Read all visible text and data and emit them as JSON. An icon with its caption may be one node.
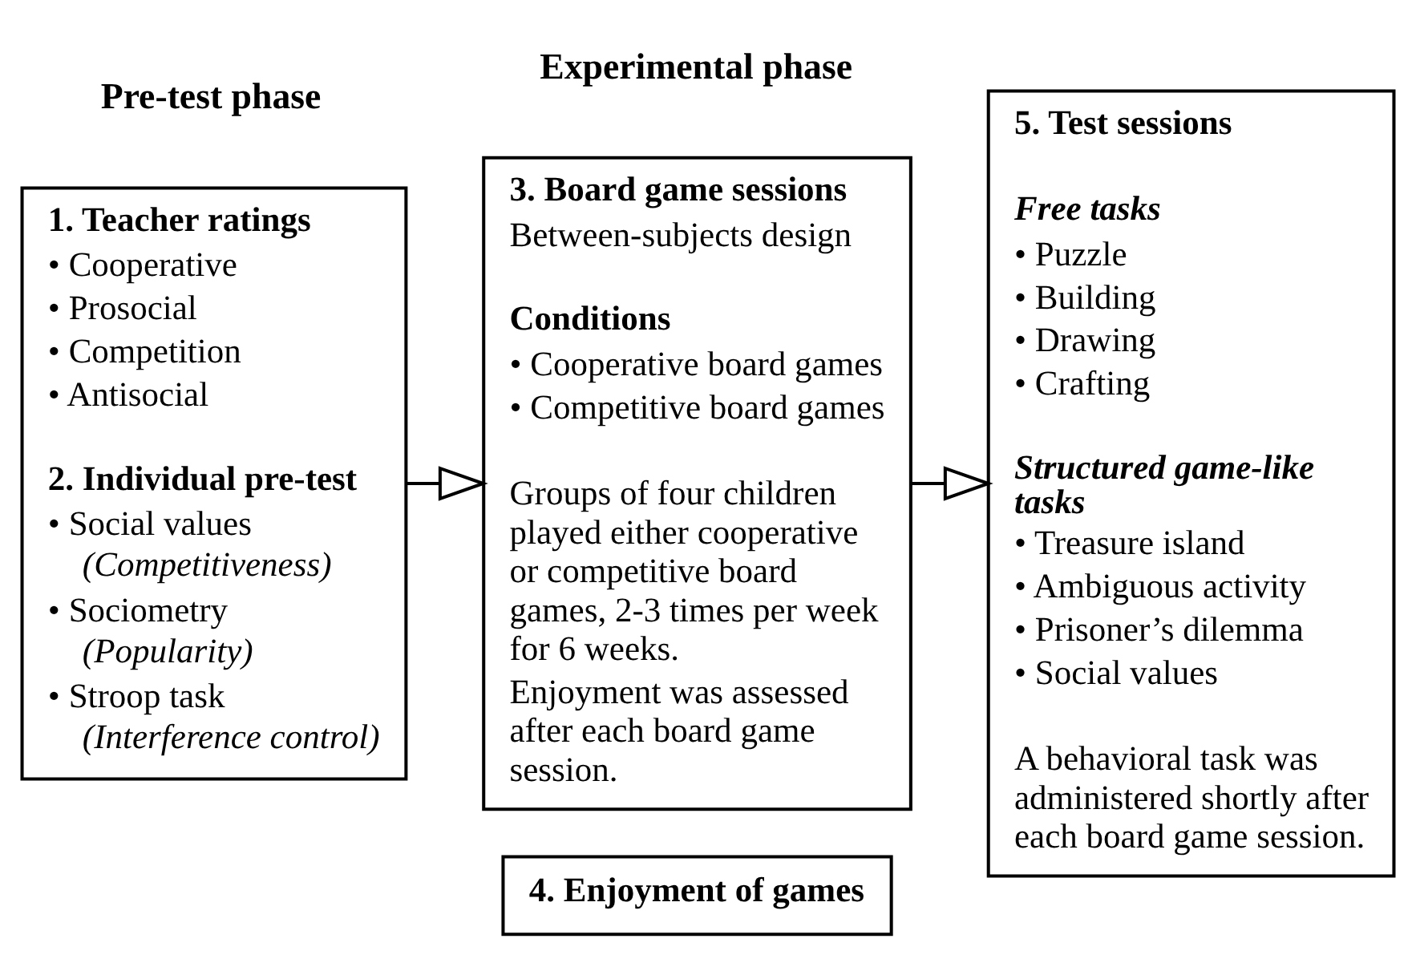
{
  "diagram": {
    "nodes": [
      {
        "text": [
          "1. Teacher ratings",
          "• Cooperative",
          "• Prosocial",
          "• Competition",
          "• Antisocial",
          "2. Individual pre-test",
          "• Social values",
          "(Competitiveness)",
          "• Sociometry",
          "(Popularity)",
          "• Stroop task",
          "(Interference control)"
        ]
      },
      {
        "text": [
          "3. Board game sessions",
          "Between-subjects design",
          "Conditions",
          "• Cooperative board games",
          "• Competitive board games",
          "Groups of four children played either cooperative or competitive board games, 2-3 times per week for 6 weeks.",
          "Enjoyment was assessed after each board game session."
        ]
      },
      {
        "text": [
          "4. Enjoyment of games"
        ]
      },
      {
        "text": [
          "5. Test sessions",
          "Free tasks",
          "• Puzzle",
          "• Building",
          "• Drawing",
          "• Crafting",
          "Structured game-like tasks",
          "• Treasure island",
          "• Ambiguous activity",
          "• Prisoner’s dilemma",
          "• Social values",
          "A behavioral task was administered shortly after each board game session."
        ]
      }
    ],
    "edges": [
      {
        "from": 0,
        "to": 1,
        "arrow": "to"
      },
      {
        "from": 1,
        "to": 3,
        "arrow": "to"
      }
    ],
    "labels": [
      "Pre-test phase",
      "Experimental phase"
    ]
  }
}
